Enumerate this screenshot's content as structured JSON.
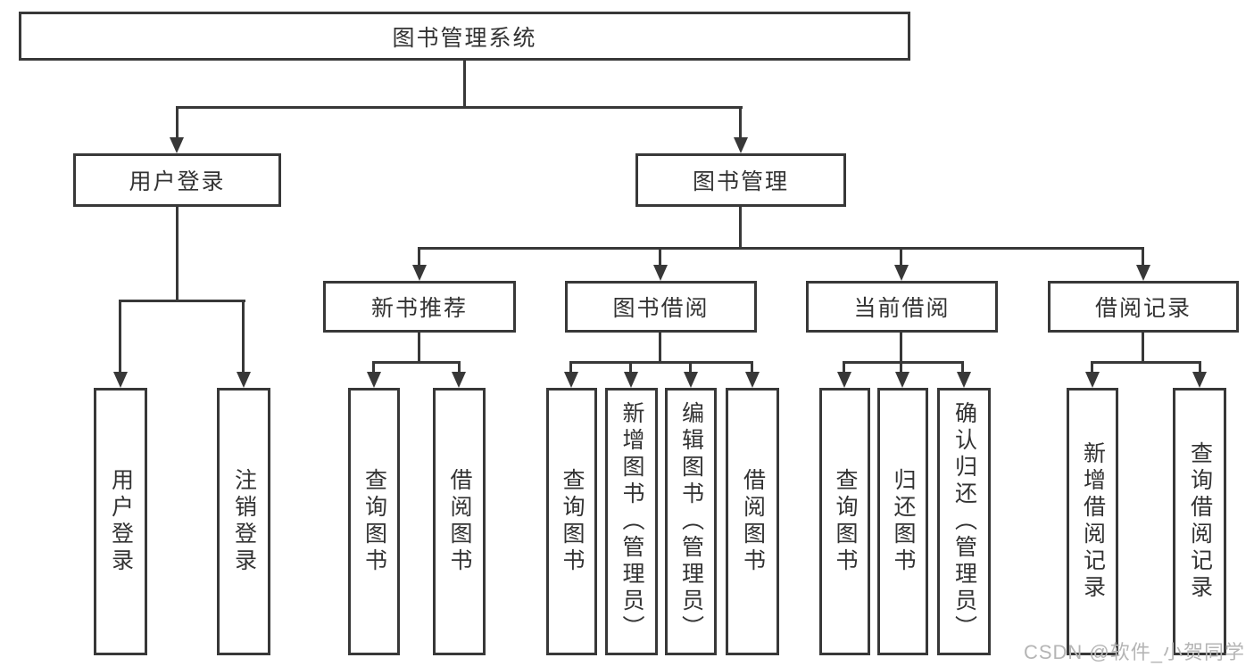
{
  "diagram": {
    "background": "#ffffff",
    "line_color": "#383838",
    "text_color": "#333333",
    "watermark_color": "#b5b5b5",
    "tree": {
      "label": "图书管理系统",
      "children": [
        {
          "label": "用户登录",
          "children": [
            {
              "label": "用户登录"
            },
            {
              "label": "注销登录"
            }
          ]
        },
        {
          "label": "图书管理",
          "children": [
            {
              "label": "新书推荐",
              "children": [
                {
                  "label": "查询图书"
                },
                {
                  "label": "借阅图书"
                }
              ]
            },
            {
              "label": "图书借阅",
              "children": [
                {
                  "label": "查询图书"
                },
                {
                  "label": "新增图书（管理员）"
                },
                {
                  "label": "编辑图书（管理员）"
                },
                {
                  "label": "借阅图书"
                }
              ]
            },
            {
              "label": "当前借阅",
              "children": [
                {
                  "label": "查询图书"
                },
                {
                  "label": "归还图书"
                },
                {
                  "label": "确认归还（管理员）"
                }
              ]
            },
            {
              "label": "借阅记录",
              "children": [
                {
                  "label": "新增借阅记录"
                },
                {
                  "label": "查询借阅记录"
                }
              ]
            }
          ]
        }
      ]
    },
    "watermark": "CSDN @软件_小贺同学"
  }
}
